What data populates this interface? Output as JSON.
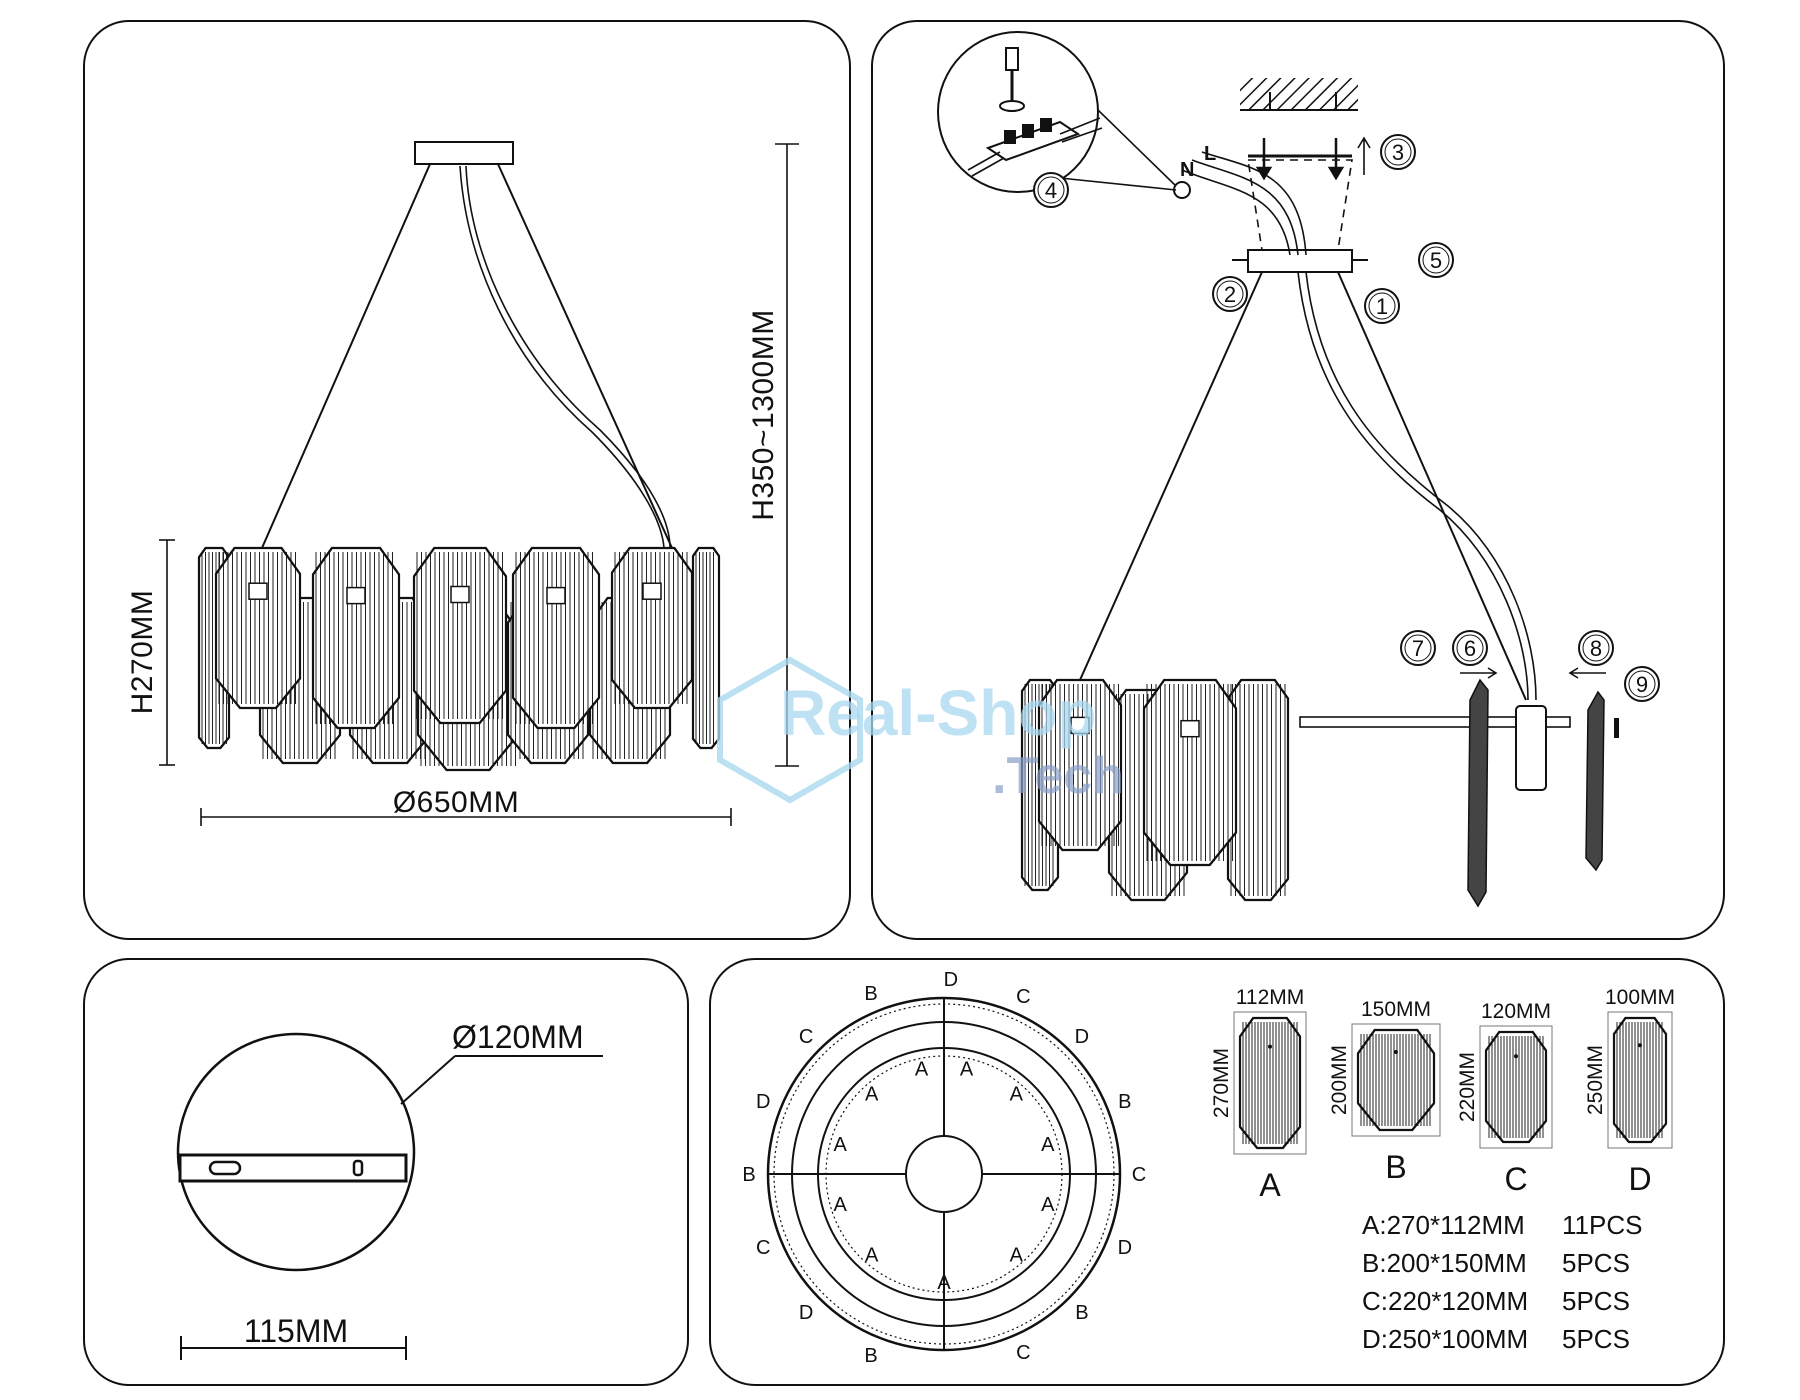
{
  "overview": {
    "diameter": "Ø650MM",
    "height_body": "H270MM",
    "height_total": "H350~1300MM"
  },
  "install": {
    "wire_n": "N",
    "wire_l": "L",
    "steps": [
      "1",
      "2",
      "3",
      "4",
      "5",
      "6",
      "7",
      "8",
      "9"
    ]
  },
  "canopy": {
    "diameter": "Ø120MM",
    "hole_span": "115MM"
  },
  "layout": {
    "outer_ring": [
      "D",
      "C",
      "B",
      "D",
      "C",
      "B",
      "D",
      "C",
      "B",
      "D",
      "C",
      "B",
      "D",
      "C",
      "B"
    ],
    "inner_ring": [
      "A",
      "A",
      "A",
      "A",
      "A",
      "A",
      "A",
      "A",
      "A",
      "A",
      "A"
    ]
  },
  "panels": [
    {
      "letter": "A",
      "width": "112MM",
      "height": "270MM"
    },
    {
      "letter": "B",
      "width": "150MM",
      "height": "200MM"
    },
    {
      "letter": "C",
      "width": "120MM",
      "height": "220MM"
    },
    {
      "letter": "D",
      "width": "100MM",
      "height": "250MM"
    }
  ],
  "spec_list": [
    {
      "size": "A:270*112MM",
      "qty": "11PCS"
    },
    {
      "size": "B:200*150MM",
      "qty": "5PCS"
    },
    {
      "size": "C:220*120MM",
      "qty": "5PCS"
    },
    {
      "size": "D:250*100MM",
      "qty": "5PCS"
    }
  ],
  "watermark": {
    "line1": "Real-Shop",
    "line2": ".Tech"
  },
  "colors": {
    "ink": "#111111",
    "watermark_light": "#a9d8ef",
    "watermark_dark": "#8aa0c8"
  }
}
